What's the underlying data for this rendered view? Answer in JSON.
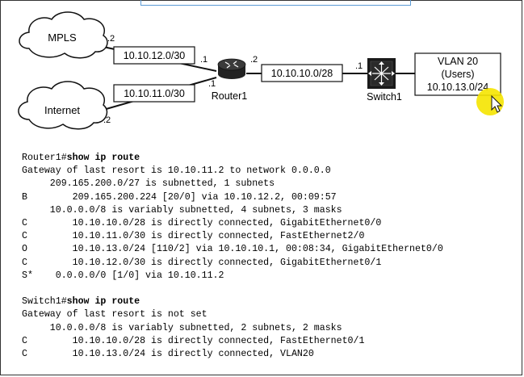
{
  "diagram": {
    "mpls_label": "MPLS",
    "internet_label": "Internet",
    "router_label": "Router1",
    "switch_label": "Switch1",
    "vlan_line1": "VLAN 20",
    "vlan_line2": "(Users)",
    "vlan_line3": "10.10.13.0/24",
    "link_mpls_router": "10.10.12.0/30",
    "link_internet_router": "10.10.11.0/30",
    "link_router_switch": "10.10.10.0/28",
    "mpls_if": ".2",
    "internet_if": ".2",
    "router_mpls_if": ".1",
    "router_internet_if": ".1",
    "router_switch_if": ".2",
    "switch_router_if": ".1"
  },
  "router_output": {
    "prompt": "Router1#",
    "command": "show ip route",
    "lines": [
      "Gateway of last resort is 10.10.11.2 to network 0.0.0.0",
      "     209.165.200.0/27 is subnetted, 1 subnets",
      "B        209.165.200.224 [20/0] via 10.10.12.2, 00:09:57",
      "     10.0.0.0/8 is variably subnetted, 4 subnets, 3 masks",
      "C        10.10.10.0/28 is directly connected, GigabitEthernet0/0",
      "C        10.10.11.0/30 is directly connected, FastEthernet2/0",
      "O        10.10.13.0/24 [110/2] via 10.10.10.1, 00:08:34, GigabitEthernet0/0",
      "C        10.10.12.0/30 is directly connected, GigabitEthernet0/1",
      "S*    0.0.0.0/0 [1/0] via 10.10.11.2"
    ]
  },
  "switch_output": {
    "prompt": "Switch1#",
    "command": "show ip route",
    "lines": [
      "Gateway of last resort is not set",
      "     10.0.0.0/8 is variably subnetted, 2 subnets, 2 masks",
      "C        10.10.10.0/28 is directly connected, FastEthernet0/1",
      "C        10.10.13.0/24 is directly connected, VLAN20"
    ]
  },
  "colors": {
    "cursor_highlight": "#f5e400",
    "top_bar": "#5b9bd5",
    "router_fill": "#222222"
  }
}
